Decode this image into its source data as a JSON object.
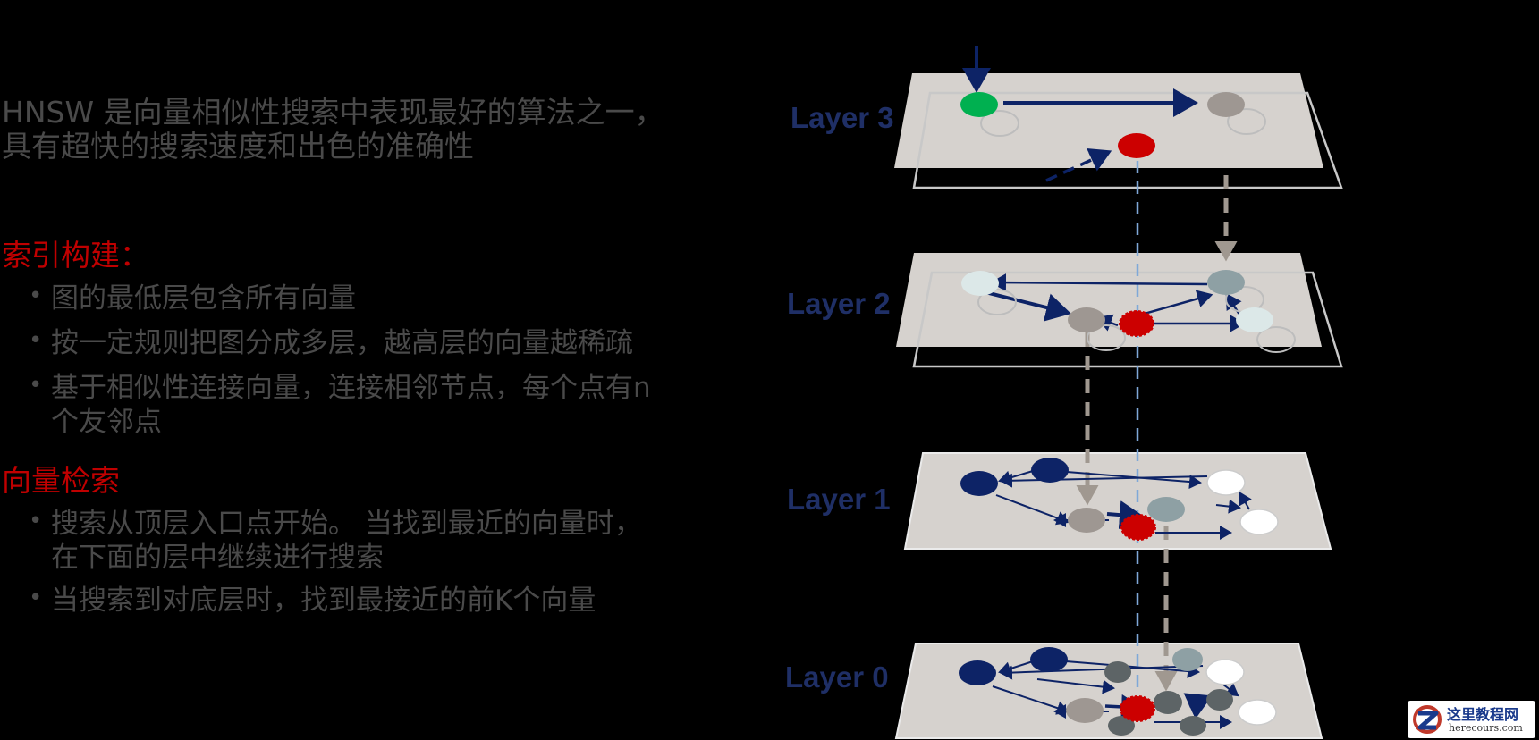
{
  "intro": {
    "line1": "HNSW 是向量相似性搜索中表现最好的算法之一，",
    "line2": "具有超快的搜索速度和出色的准确性"
  },
  "index_build": {
    "heading": "索引构建：",
    "bullets": [
      {
        "lines": [
          "图的最低层包含所有向量"
        ]
      },
      {
        "lines": [
          "按一定规则把图分成多层，越高层的向量越稀疏"
        ]
      },
      {
        "lines": [
          "基于相似性连接向量，连接相邻节点，每个点有n",
          "个友邻点"
        ]
      }
    ]
  },
  "vector_search": {
    "heading": "向量检索",
    "bullets": [
      {
        "lines": [
          "搜索从顶层入口点开始。 当找到最近的向量时，",
          "在下面的层中继续进行搜索"
        ]
      },
      {
        "lines": [
          "当搜索到对底层时，找到最接近的前K个向量"
        ]
      }
    ]
  },
  "bullet_char": "•",
  "layers": [
    "Layer 3",
    "Layer 2",
    "Layer 1",
    "Layer 0"
  ],
  "watermark": {
    "cn": "这里教程网",
    "en": "herecours.com"
  },
  "colors": {
    "red_heading": "#c00000",
    "navy": "#1f2f66",
    "query_red": "#cc0000",
    "entry_green": "#00b050"
  }
}
